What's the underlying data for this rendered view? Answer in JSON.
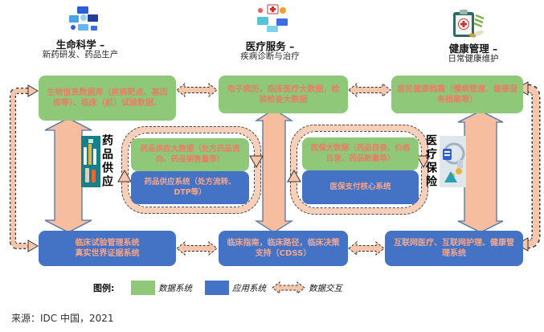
{
  "columns": [
    {
      "title": "生命科学 –",
      "subtitle": "新药研发、药品生产",
      "data_box": "生物信息数据库（疾病靶点、基因库等）、临床（前）试验数据、",
      "app_box_line1": "临床试验管理系统",
      "app_box_line2": "真实世界证据系统"
    },
    {
      "title": "医疗服务 –",
      "subtitle": "疾病诊断与治疗",
      "data_box": "电子病历，临床医疗大数据，检验检查大数据",
      "app_box": "临床指南，临床路径，临床决策支持（CDSS）"
    },
    {
      "title": "健康管理 –",
      "subtitle": "日常健康维护",
      "data_box": "居民健康档案（慢病管理、健康服务档案等）",
      "app_box": "互联网医疗、互联网护理、健康管理系统"
    }
  ],
  "loops": [
    {
      "label": "药品供应",
      "data_box": "药品供应大数据（处方药品流向、药品销售量等）",
      "app_box": "药品供应系统（处方流转、DTP等）"
    },
    {
      "label": "医疗保险",
      "data_box": "医保大数据（药品目录、价格目录、药品数量等）",
      "app_box": "医保支付核心系统"
    }
  ],
  "legend": {
    "title": "图例:",
    "data_system": "数据系统",
    "app_system": "应用系统",
    "data_exchange": "数据交互"
  },
  "source": "来源：IDC 中国，2021",
  "icons": [
    "life-science-icon",
    "medical-service-icon",
    "health-management-icon",
    "pharmacy-supply-image",
    "medical-insurance-image",
    "data-exchange-arrow-icon"
  ],
  "colors": {
    "data_system_green": "#8fc878",
    "app_system_blue": "#4472c4",
    "arrow_salmon": "#f6bd9f",
    "dashed_arrow_fill": "#f7c5aa",
    "text_on_green": "#e87e66",
    "text_on_blue": "#f3a78f"
  }
}
